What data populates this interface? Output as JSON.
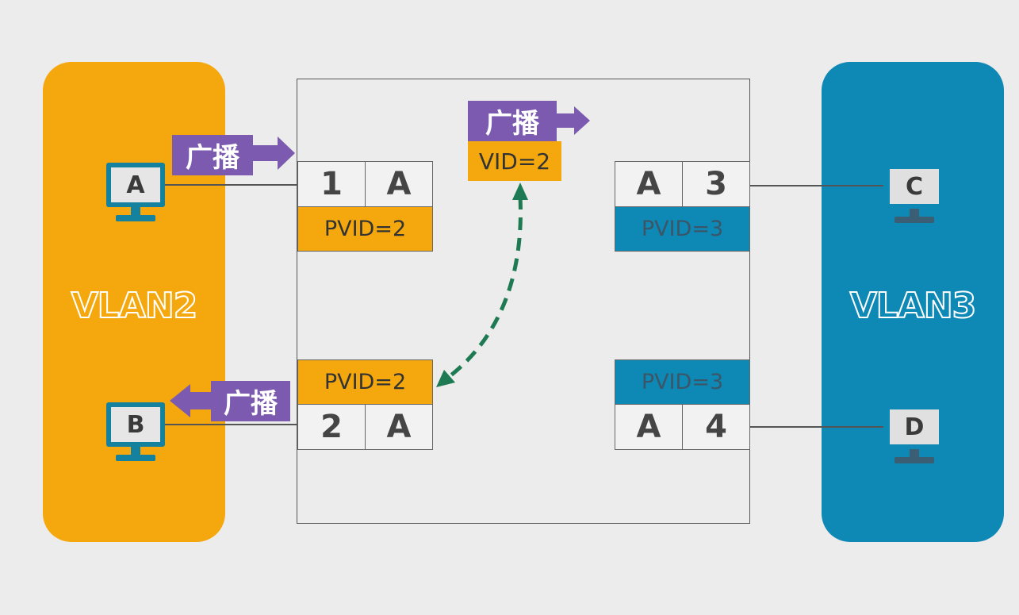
{
  "vlans": {
    "left": {
      "label": "VLAN2",
      "color": "#f5a80e"
    },
    "right": {
      "label": "VLAN3",
      "color": "#0e88b4"
    }
  },
  "hosts": {
    "a": "A",
    "b": "B",
    "c": "C",
    "d": "D"
  },
  "ports": {
    "p1": {
      "port": "1",
      "host": "A",
      "pvid": "PVID=2"
    },
    "p2": {
      "port": "2",
      "host": "A",
      "pvid": "PVID=2"
    },
    "p3": {
      "port": "3",
      "host": "A",
      "pvid": "PVID=3"
    },
    "p4": {
      "port": "4",
      "host": "A",
      "pvid": "PVID=3"
    }
  },
  "frames": {
    "incoming_broadcast": "广播",
    "internal_broadcast": "广播",
    "internal_vid": "VID=2",
    "outgoing_broadcast": "广播"
  },
  "colors": {
    "broadcast_tag": "#7b5ab0",
    "flow_arrow": "#1e7a52"
  }
}
